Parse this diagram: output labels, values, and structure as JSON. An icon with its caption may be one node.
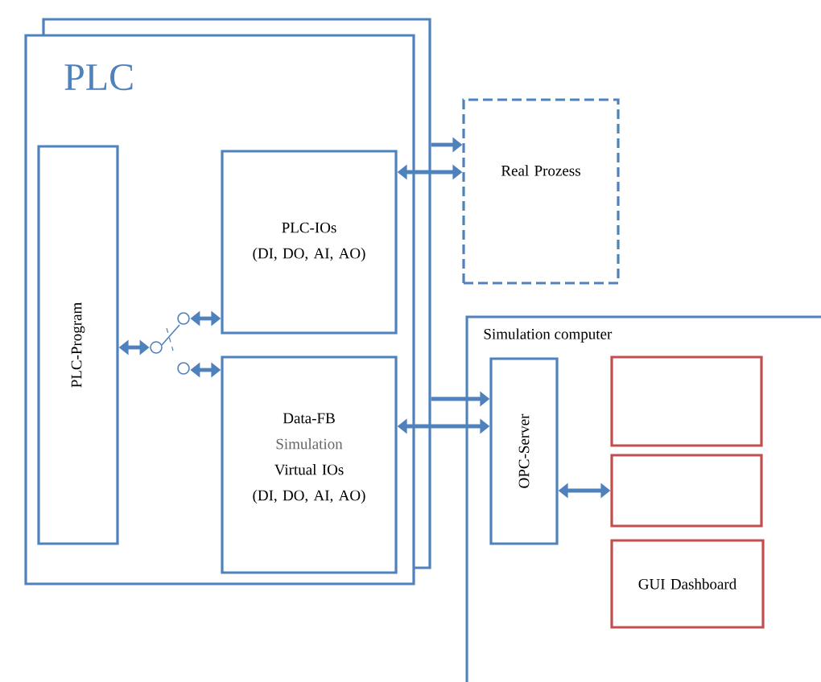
{
  "diagram": {
    "nodes": [
      {
        "text": [
          "PLC"
        ]
      },
      {
        "text": [
          "PLC-Program"
        ],
        "in": 0
      },
      {
        "text": [
          "PLC-IOs",
          "(DI, DO, AI, AO)"
        ],
        "in": 0
      },
      {
        "text": [
          "Data-FB",
          "Simulation",
          "Virtual IOs",
          "(DI, DO, AI, AO)"
        ],
        "in": 0
      },
      {
        "text": [],
        "shape": "picture",
        "in": 0
      },
      {
        "text": [
          "Real Prozess"
        ]
      },
      {
        "text": [
          "Simulation computer"
        ]
      },
      {
        "text": [
          "OPC-Server"
        ],
        "in": 6
      },
      {
        "text": [],
        "shape": "box",
        "in": 6
      },
      {
        "text": [],
        "shape": "box",
        "in": 6
      },
      {
        "text": [
          "GUI Dashboard"
        ],
        "in": 6
      }
    ],
    "edges": [
      {
        "from": 0,
        "to": 5,
        "arrow": "to"
      },
      {
        "from": 2,
        "to": 5,
        "arrow": "both"
      },
      {
        "from": 1,
        "to": 4,
        "arrow": "both"
      },
      {
        "from": 4,
        "to": 2,
        "arrow": "both"
      },
      {
        "from": 4,
        "to": 3,
        "arrow": "both"
      },
      {
        "from": 0,
        "to": 7,
        "arrow": "to"
      },
      {
        "from": 3,
        "to": 7,
        "arrow": "both"
      },
      {
        "from": 7,
        "to": 9,
        "arrow": "both"
      }
    ]
  }
}
